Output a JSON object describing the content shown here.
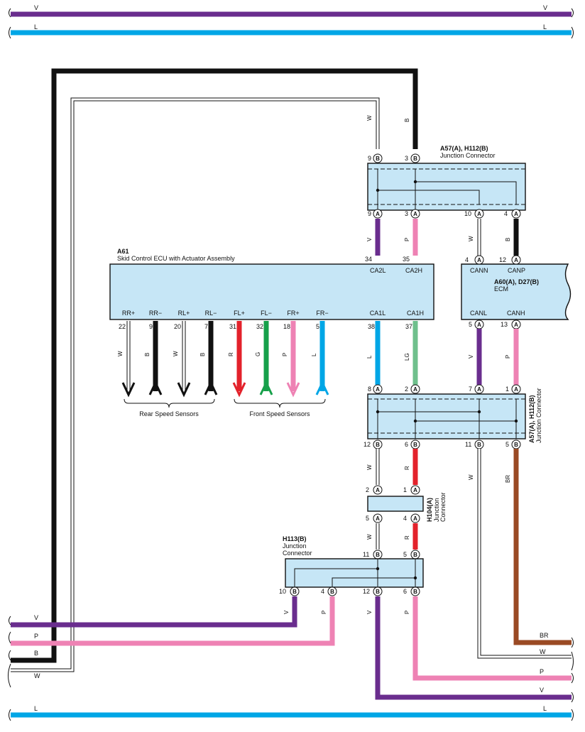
{
  "colors": {
    "V": "#6a2d8e",
    "L": "#00a6e6",
    "B": "#111111",
    "W": "#ffffff",
    "P": "#ee82b4",
    "R": "#e3222b",
    "G": "#16a04a",
    "LG": "#6fc08c",
    "BR": "#9a4a24",
    "box": "#c6e6f6"
  },
  "top_buses": [
    {
      "code": "V"
    },
    {
      "code": "L"
    }
  ],
  "j1": {
    "id": "A57(A), H112(B)",
    "desc": "Junction Connector",
    "top": [
      {
        "n": "9",
        "c": "B"
      },
      {
        "n": "3",
        "c": "B"
      }
    ],
    "bot": [
      {
        "n": "9",
        "c": "A"
      },
      {
        "n": "3",
        "c": "A"
      },
      {
        "n": "10",
        "c": "A"
      },
      {
        "n": "4",
        "c": "A"
      }
    ]
  },
  "a61": {
    "id": "A61",
    "desc": "Skid Control ECU with Actuator Assembly",
    "top_pins": [
      {
        "n": "34",
        "label": "CA2L"
      },
      {
        "n": "35",
        "label": "CA2H"
      }
    ],
    "bot_pins": [
      {
        "n": "22",
        "label": "RR+",
        "wire": "W"
      },
      {
        "n": "9",
        "label": "RR−",
        "wire": "B"
      },
      {
        "n": "20",
        "label": "RL+",
        "wire": "W"
      },
      {
        "n": "7",
        "label": "RL−",
        "wire": "B"
      },
      {
        "n": "31",
        "label": "FL+",
        "wire": "R"
      },
      {
        "n": "32",
        "label": "FL−",
        "wire": "G"
      },
      {
        "n": "18",
        "label": "FR+",
        "wire": "P"
      },
      {
        "n": "5",
        "label": "FR−",
        "wire": "L"
      },
      {
        "n": "38",
        "label": "CA1L",
        "wire": "L"
      },
      {
        "n": "37",
        "label": "CA1H",
        "wire": "LG"
      }
    ],
    "rear_label": "Rear Speed Sensors",
    "front_label": "Front Speed Sensors"
  },
  "ecm": {
    "id": "A60(A), D27(B)",
    "desc": "ECM",
    "top": [
      {
        "n": "4",
        "c": "A",
        "label": "CANN"
      },
      {
        "n": "12",
        "c": "A",
        "label": "CANP"
      }
    ],
    "bot": [
      {
        "n": "5",
        "c": "A",
        "label": "CANL"
      },
      {
        "n": "13",
        "c": "A",
        "label": "CANH"
      }
    ]
  },
  "j2": {
    "id": "A57(A), H112(B)",
    "desc": "Junction Connector",
    "top": [
      {
        "n": "8",
        "c": "A"
      },
      {
        "n": "2",
        "c": "A"
      },
      {
        "n": "7",
        "c": "A"
      },
      {
        "n": "1",
        "c": "A"
      }
    ],
    "bot": [
      {
        "n": "12",
        "c": "B"
      },
      {
        "n": "6",
        "c": "B"
      },
      {
        "n": "11",
        "c": "B"
      },
      {
        "n": "5",
        "c": "B"
      }
    ]
  },
  "j3": {
    "id": "H104(A)",
    "desc1": "Junction",
    "desc2": "Connector",
    "top": [
      {
        "n": "2",
        "c": "A"
      },
      {
        "n": "1",
        "c": "A"
      }
    ],
    "bot": [
      {
        "n": "5",
        "c": "A"
      },
      {
        "n": "4",
        "c": "A"
      }
    ]
  },
  "j4": {
    "id": "H113(B)",
    "desc1": "Junction",
    "desc2": "Connector",
    "top": [
      {
        "n": "11",
        "c": "B"
      },
      {
        "n": "5",
        "c": "B"
      }
    ],
    "bot": [
      {
        "n": "10",
        "c": "B"
      },
      {
        "n": "4",
        "c": "B"
      },
      {
        "n": "12",
        "c": "B"
      },
      {
        "n": "6",
        "c": "B"
      }
    ]
  },
  "wire_codes": {
    "w1": "W",
    "w2": "B",
    "w3": "V",
    "w4": "P",
    "w5": "W",
    "w6": "B",
    "w7": "V",
    "w8": "P",
    "w9": "L",
    "w10": "LG",
    "w11": "W",
    "w12": "R",
    "w13": "W",
    "w14": "BR",
    "w15": "W",
    "w16": "R",
    "w17": "V",
    "w18": "P",
    "w19": "V",
    "w20": "P"
  },
  "bottom_buses": [
    {
      "code": "V"
    },
    {
      "code": "P"
    },
    {
      "code": "B"
    },
    {
      "code": "W"
    }
  ],
  "right_buses": [
    {
      "code": "BR"
    },
    {
      "code": "W"
    },
    {
      "code": "P"
    },
    {
      "code": "V"
    }
  ],
  "last_bus": {
    "code": "L"
  }
}
